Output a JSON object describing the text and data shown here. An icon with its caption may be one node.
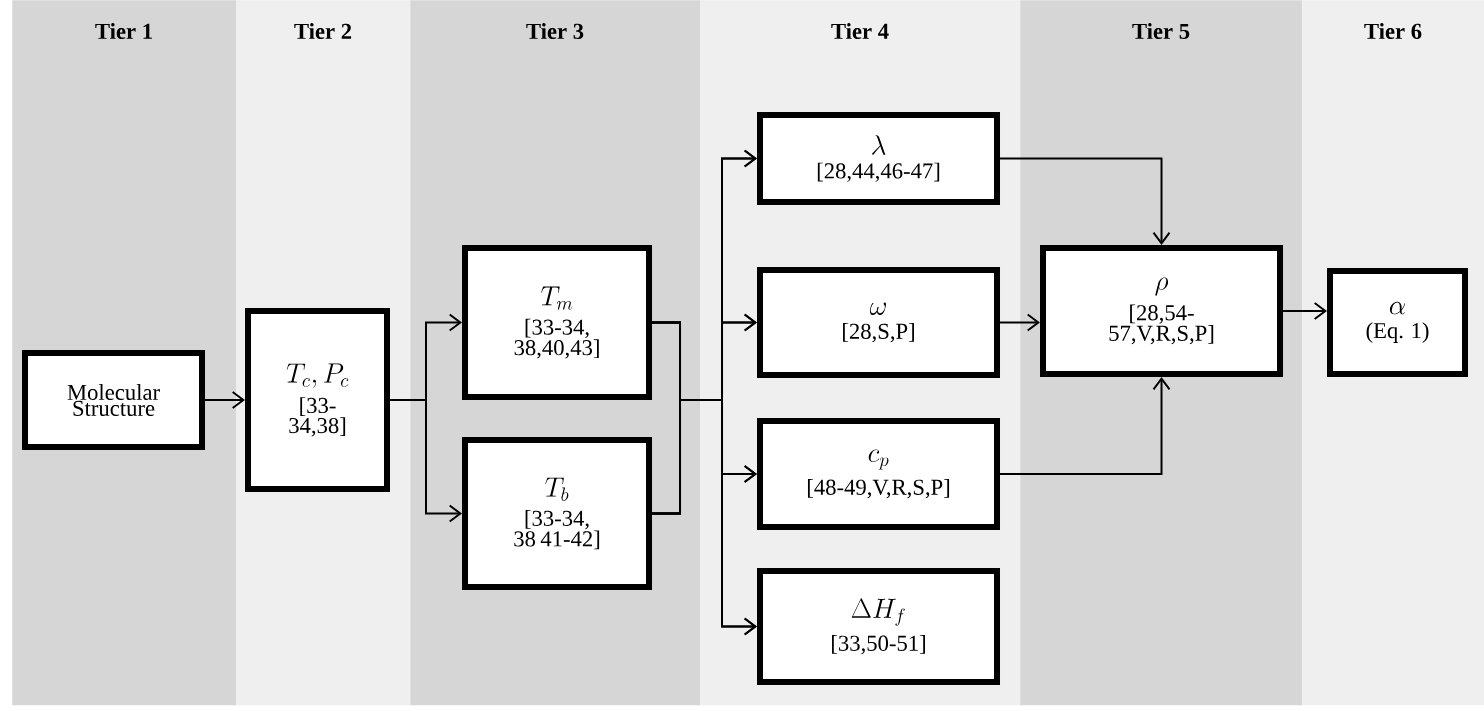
{
  "diagram": {
    "nodes": [
      {
        "text": [
          "Tier 1"
        ]
      },
      {
        "text": [
          "Tier 2"
        ]
      },
      {
        "text": [
          "Tier 3"
        ]
      },
      {
        "text": [
          "Tier 4"
        ]
      },
      {
        "text": [
          "Tier 5"
        ]
      },
      {
        "text": [
          "Tier 6"
        ]
      },
      {
        "text": [
          "Molecular Structure"
        ],
        "in": 0
      },
      {
        "text": [
          "T_c, P_c",
          "[33-34,38]"
        ],
        "in": 1
      },
      {
        "text": [
          "T_m",
          "[33-34, 38,40,43]"
        ],
        "in": 2
      },
      {
        "text": [
          "T_b",
          "[33-34, 38 41-42]"
        ],
        "in": 2
      },
      {
        "text": [
          "\\lambda",
          "[28,44,46-47]"
        ],
        "in": 3
      },
      {
        "text": [
          "\\omega",
          "[28,S,P]"
        ],
        "in": 3
      },
      {
        "text": [
          "c_p",
          "[48-49,V,R,S,P]"
        ],
        "in": 3
      },
      {
        "text": [
          "\\Delta H_f",
          "[33,50-51]"
        ],
        "in": 3
      },
      {
        "text": [
          "\\rho",
          "[28,54-57,V,R,S,P]"
        ],
        "in": 4
      },
      {
        "text": [
          "\\alpha",
          "(Eq. 1)"
        ],
        "in": 5
      }
    ],
    "edges": [
      {
        "from": 6,
        "to": 7,
        "arrow": "to"
      },
      {
        "from": 7,
        "to": 8,
        "arrow": "to"
      },
      {
        "from": 7,
        "to": 9,
        "arrow": "to"
      },
      {
        "from": 8,
        "to": 10,
        "arrow": "to"
      },
      {
        "from": 8,
        "to": 11,
        "arrow": "to"
      },
      {
        "from": 8,
        "to": 12,
        "arrow": "to"
      },
      {
        "from": 8,
        "to": 13,
        "arrow": "to"
      },
      {
        "from": 9,
        "to": 10,
        "arrow": "to"
      },
      {
        "from": 9,
        "to": 11,
        "arrow": "to"
      },
      {
        "from": 9,
        "to": 12,
        "arrow": "to"
      },
      {
        "from": 9,
        "to": 13,
        "arrow": "to"
      },
      {
        "from": 10,
        "to": 14,
        "arrow": "to"
      },
      {
        "from": 11,
        "to": 14,
        "arrow": "to"
      },
      {
        "from": 12,
        "to": 14,
        "arrow": "to"
      },
      {
        "from": 14,
        "to": 15,
        "arrow": "to"
      }
    ]
  }
}
